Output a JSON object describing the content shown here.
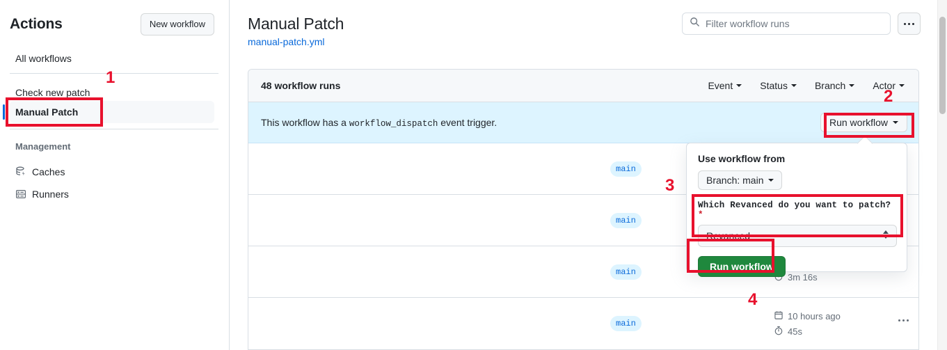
{
  "sidebar": {
    "title": "Actions",
    "new_workflow_label": "New workflow",
    "items": [
      {
        "label": "All workflows",
        "icon": ""
      },
      {
        "label": "Check new patch",
        "icon": ""
      },
      {
        "label": "Manual Patch",
        "icon": ""
      }
    ],
    "section_label": "Management",
    "management": [
      {
        "label": "Caches",
        "icon": "cache-icon"
      },
      {
        "label": "Runners",
        "icon": "runner-icon"
      }
    ]
  },
  "header": {
    "title": "Manual Patch",
    "subtitle": "manual-patch.yml",
    "search_placeholder": "Filter workflow runs",
    "search_value": "",
    "kebab_label": "…"
  },
  "runs": {
    "count_label": "48 workflow runs",
    "filters": [
      "Event",
      "Status",
      "Branch",
      "Actor"
    ],
    "dispatch_prefix": "This workflow has a",
    "dispatch_code": "workflow_dispatch",
    "dispatch_suffix": "event trigger.",
    "run_workflow_label": "Run workflow",
    "rows": [
      {
        "branch": "main",
        "timestamp": "",
        "duration": ""
      },
      {
        "branch": "main",
        "timestamp": "",
        "duration": ""
      },
      {
        "branch": "main",
        "timestamp": "",
        "duration": "3m 16s"
      },
      {
        "branch": "main",
        "timestamp": "10 hours ago",
        "duration": "45s"
      }
    ]
  },
  "workflow_panel": {
    "use_workflow_from": "Use workflow from",
    "branch_select": "Branch: main",
    "input_label": "Which Revanced do you want to patch?",
    "required_mark": "*",
    "input_value": "Revanced",
    "submit_label": "Run workflow"
  },
  "annotations": {
    "step1": "1",
    "step2": "2",
    "step3": "3",
    "step4": "4"
  },
  "colors": {
    "accent_blue": "#0969da",
    "green": "#1f883d",
    "annotation_red": "#e8112d",
    "banner_blue": "#ddf4ff",
    "tab_orange": "#fd8c73"
  }
}
